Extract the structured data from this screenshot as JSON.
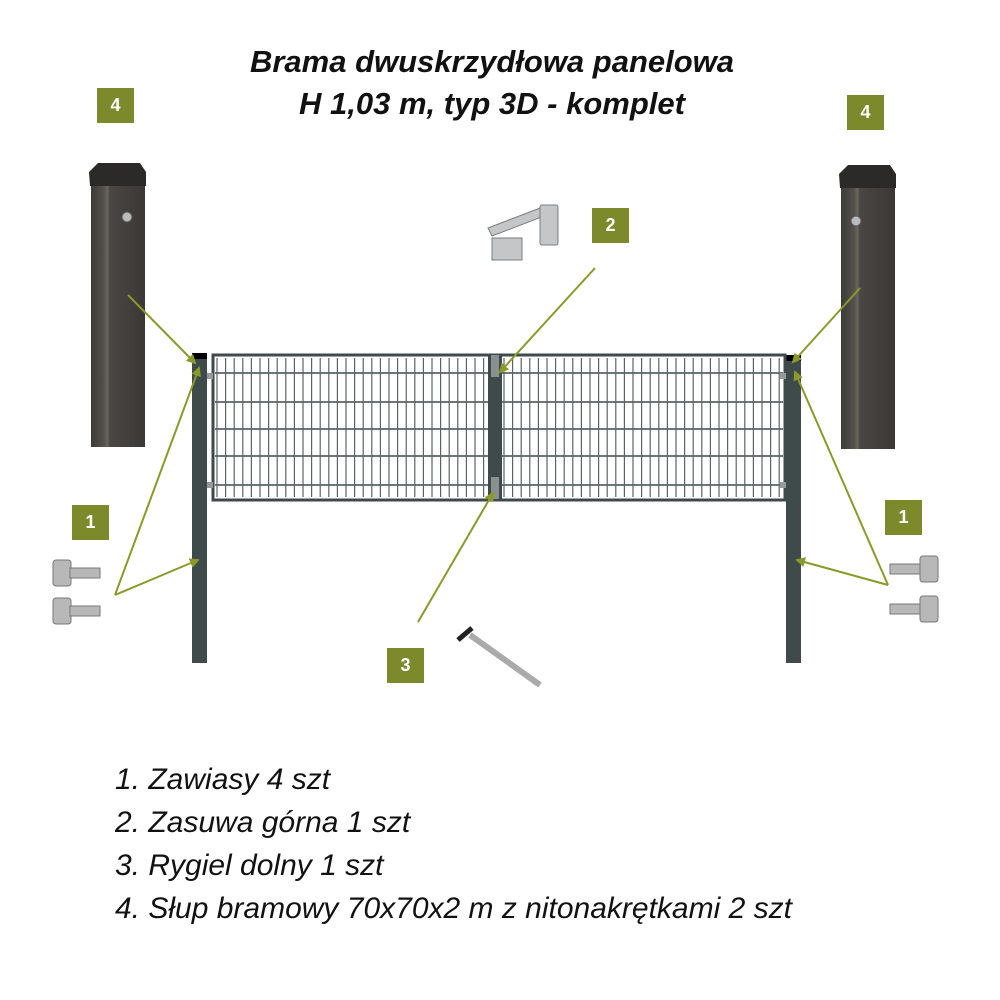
{
  "title": {
    "line1": "Brama dwuskrzydłowa panelowa",
    "line2": "H 1,03 m, typ 3D - komplet"
  },
  "badges": {
    "post_left": "4",
    "post_right": "4",
    "top_latch": "2",
    "hinge_left": "1",
    "hinge_right": "1",
    "bottom_bolt": "3"
  },
  "parts": [
    "1. Zawiasy 4 szt",
    "2. Zasuwa górna 1 szt",
    "3. Rygiel dolny 1 szt",
    "4. Słup bramowy 70x70x2 m z nitonakrętkami 2 szt"
  ],
  "colors": {
    "accent": "#7d8a2c",
    "arrow": "#8a9a2a",
    "gate": "#3f4a4a",
    "post": "#4a4844"
  }
}
